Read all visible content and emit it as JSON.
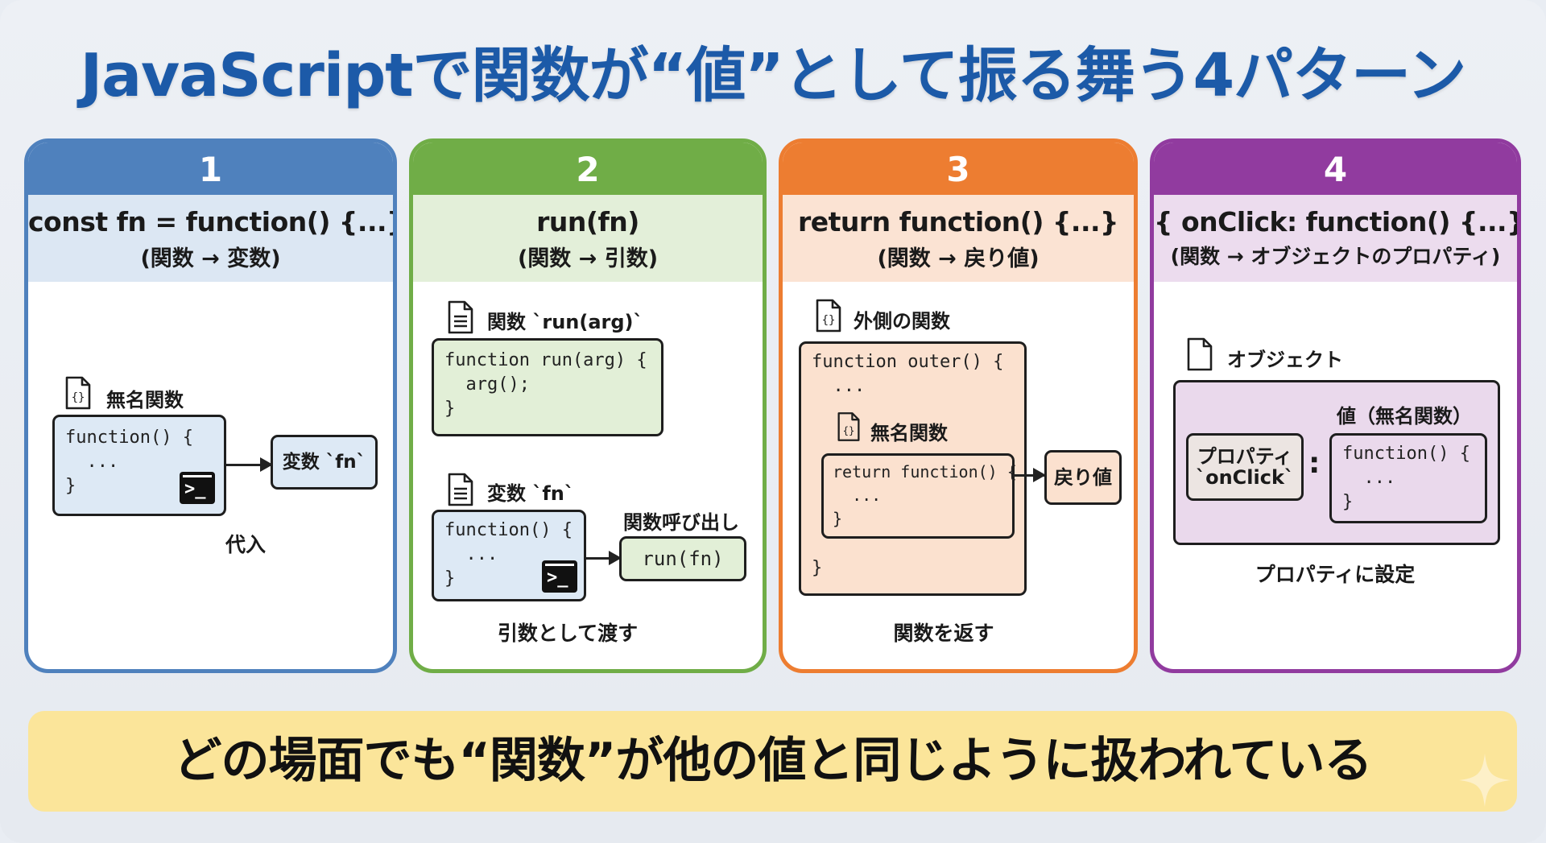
{
  "title": "JavaScriptで関数が“値”として振る舞う4パターン",
  "colors": {
    "title": "#1c5aa8",
    "card1": "#4f81bd",
    "card1_sub": "#dce7f3",
    "card1_box": "#dde9f5",
    "card2": "#70ad47",
    "card2_sub": "#e3efd9",
    "card2_box": "#e2efd7",
    "card3": "#ed7d31",
    "card3_sub": "#fbe3d3",
    "card3_box": "#fbe1cf",
    "card4": "#913b9f",
    "card4_sub": "#ecdcee",
    "card4_box": "#ead9ec",
    "banner": "#fbe59a"
  },
  "cards": [
    {
      "number": "1",
      "code_title": "const fn = function() {...}",
      "jp_title": "(関数 → 変数)",
      "anon_label": "無名関数",
      "code": "function() {\n  ...\n}",
      "target": "変数 `fn`",
      "caption": "代入",
      "icons": [
        "braces-file-icon",
        "terminal-icon",
        "arrow-right-icon"
      ]
    },
    {
      "number": "2",
      "code_title": "run(fn)",
      "jp_title": "(関数 → 引数)",
      "run_label": "関数 `run(arg)`",
      "run_code": "function run(arg) {\n  arg();\n}",
      "var_label": "変数 `fn`",
      "var_code": "function() {\n  ...\n}",
      "call_label": "関数呼び出し",
      "call_code": "run(fn)",
      "caption": "引数として渡す",
      "icons": [
        "document-icon",
        "terminal-icon",
        "arrow-right-icon"
      ]
    },
    {
      "number": "3",
      "code_title": "return function() {...}",
      "jp_title": "(関数 → 戻り値)",
      "outer_label": "外側の関数",
      "outer_code_top": "function outer() {\n  ...",
      "outer_code_bottom": "}",
      "anon_label": "無名関数",
      "inner_code": "return function() {\n  ...\n}",
      "target": "戻り値",
      "caption": "関数を返す",
      "icons": [
        "braces-file-icon",
        "arrow-right-icon"
      ]
    },
    {
      "number": "4",
      "code_title": "{ onClick: function() {...} }",
      "jp_title": "(関数 → オブジェクトのプロパティ)",
      "object_label": "オブジェクト",
      "value_label": "値（無名関数）",
      "property_line1": "プロパティ",
      "property_line2": "`onClick`",
      "colon": ":",
      "value_code": "function() {\n  ...\n}",
      "caption": "プロパティに設定",
      "icons": [
        "blank-file-icon"
      ]
    }
  ],
  "banner": {
    "text": "どの場面でも“関数”が他の値と同じように扱われている",
    "icon": "sparkle-icon"
  }
}
